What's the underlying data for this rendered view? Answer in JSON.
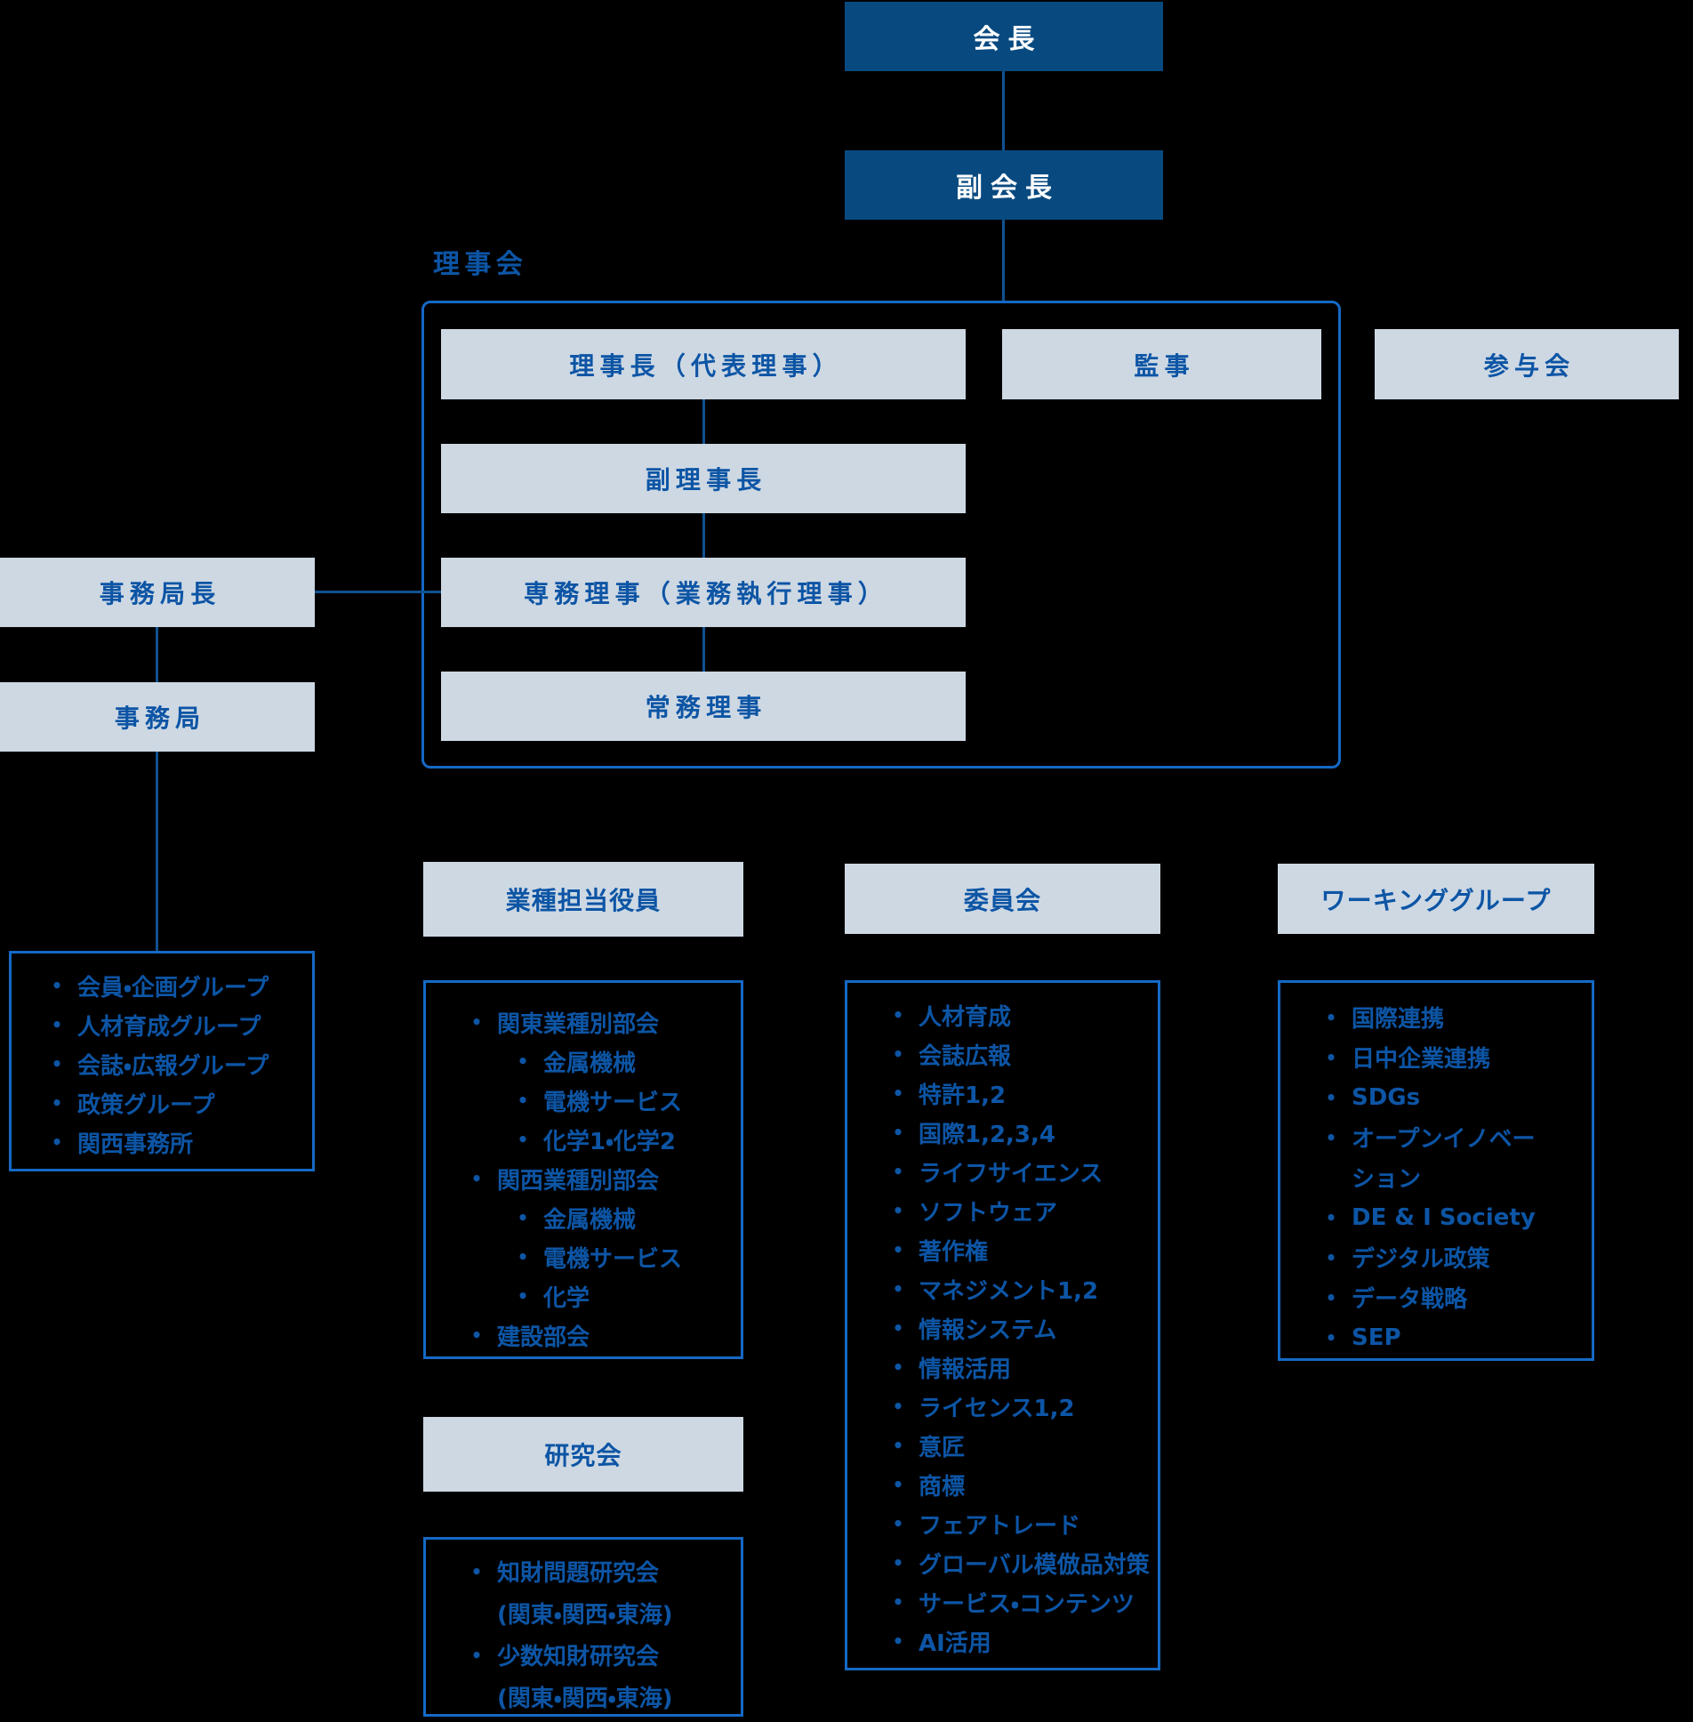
{
  "colors": {
    "bg": "#000000",
    "dark_fill": "#084A80",
    "light_fill": "#CDD8E3",
    "text_blue": "#0D55A5",
    "frame_blue": "#1569C5",
    "line_blue": "#0F5190"
  },
  "top": {
    "chairman_label": "会長",
    "vice_chairman_label": "副会長"
  },
  "board": {
    "section_label": "理事会",
    "president_label": "理事長（代表理事）",
    "auditor_label": "監事",
    "vice_president_label": "副理事長",
    "executive_director_label": "専務理事（業務執行理事）",
    "managing_director_label": "常務理事"
  },
  "advisory": {
    "label": "参与会"
  },
  "secretariat": {
    "director_label": "事務局長",
    "office_label": "事務局",
    "groups": [
      {
        "level": 1,
        "lines": [
          "会員・企画グループ"
        ]
      },
      {
        "level": 1,
        "lines": [
          "人材育成グループ"
        ]
      },
      {
        "level": 1,
        "lines": [
          "会誌・広報グループ"
        ]
      },
      {
        "level": 1,
        "lines": [
          "政策グループ"
        ]
      },
      {
        "level": 1,
        "lines": [
          "関西事務所"
        ]
      }
    ]
  },
  "industry": {
    "header_label": "業種担当役員",
    "items": [
      {
        "level": 1,
        "lines": [
          "関東業種別部会"
        ]
      },
      {
        "level": 2,
        "lines": [
          "金属機械"
        ]
      },
      {
        "level": 2,
        "lines": [
          "電機サービス"
        ]
      },
      {
        "level": 2,
        "lines": [
          "化学1・化学2"
        ]
      },
      {
        "level": 1,
        "lines": [
          "関西業種別部会"
        ]
      },
      {
        "level": 2,
        "lines": [
          "金属機械"
        ]
      },
      {
        "level": 2,
        "lines": [
          "電機サービス"
        ]
      },
      {
        "level": 2,
        "lines": [
          "化学"
        ]
      },
      {
        "level": 1,
        "lines": [
          "建設部会"
        ]
      }
    ]
  },
  "study_groups": {
    "header_label": "研究会",
    "items": [
      {
        "level": 1,
        "lines": [
          "知財問題研究会",
          "(関東・関西・東海)"
        ]
      },
      {
        "level": 1,
        "lines": [
          "少数知財研究会",
          "(関東・関西・東海)"
        ]
      }
    ]
  },
  "committees": {
    "header_label": "委員会",
    "items": [
      {
        "level": 1,
        "lines": [
          "人材育成"
        ]
      },
      {
        "level": 1,
        "lines": [
          "会誌広報"
        ]
      },
      {
        "level": 1,
        "lines": [
          "特許1,2"
        ]
      },
      {
        "level": 1,
        "lines": [
          "国際1,2,3,4"
        ]
      },
      {
        "level": 1,
        "lines": [
          "ライフサイエンス"
        ]
      },
      {
        "level": 1,
        "lines": [
          "ソフトウェア"
        ]
      },
      {
        "level": 1,
        "lines": [
          "著作権"
        ]
      },
      {
        "level": 1,
        "lines": [
          "マネジメント1,2"
        ]
      },
      {
        "level": 1,
        "lines": [
          "情報システム"
        ]
      },
      {
        "level": 1,
        "lines": [
          "情報活用"
        ]
      },
      {
        "level": 1,
        "lines": [
          "ライセンス1,2"
        ]
      },
      {
        "level": 1,
        "lines": [
          "意匠"
        ]
      },
      {
        "level": 1,
        "lines": [
          "商標"
        ]
      },
      {
        "level": 1,
        "lines": [
          "フェアトレード"
        ]
      },
      {
        "level": 1,
        "lines": [
          "グローバル模倣品対策"
        ]
      },
      {
        "level": 1,
        "lines": [
          "サービス・コンテンツ"
        ]
      },
      {
        "level": 1,
        "lines": [
          "AI活用"
        ]
      }
    ]
  },
  "working_groups": {
    "header_label": "ワーキンググループ",
    "items": [
      {
        "level": 1,
        "lines": [
          "国際連携"
        ]
      },
      {
        "level": 1,
        "lines": [
          "日中企業連携"
        ]
      },
      {
        "level": 1,
        "lines": [
          "SDGs"
        ]
      },
      {
        "level": 1,
        "lines": [
          "オープンイノベー",
          "ション"
        ]
      },
      {
        "level": 1,
        "lines": [
          "DE & I  Society"
        ]
      },
      {
        "level": 1,
        "lines": [
          "デジタル政策"
        ]
      },
      {
        "level": 1,
        "lines": [
          "データ戦略"
        ]
      },
      {
        "level": 1,
        "lines": [
          "SEP"
        ]
      }
    ]
  }
}
